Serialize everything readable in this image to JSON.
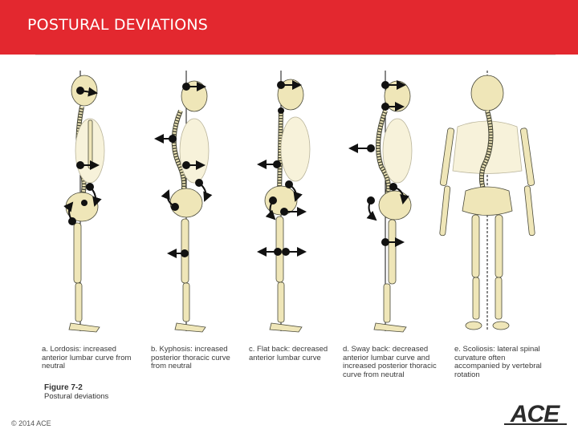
{
  "slide": {
    "title": "POSTURAL DEVIATIONS",
    "copyright": "© 2014 ACE",
    "logo_text": "ACE",
    "accent_color": "#e3282f"
  },
  "figure": {
    "label": "Figure 7-2",
    "subtitle": "Postural deviations",
    "captions": [
      "a. Lordosis: increased anterior lumbar curve from neutral",
      "b. Kyphosis: increased posterior thoracic curve from neutral",
      "c. Flat back: decreased anterior lumbar curve",
      "d. Sway back: decreased anterior lumbar curve and increased posterior thoracic curve from neutral",
      "e. Scoliosis: lateral spinal curvature often accompanied by vertebral rotation"
    ]
  }
}
